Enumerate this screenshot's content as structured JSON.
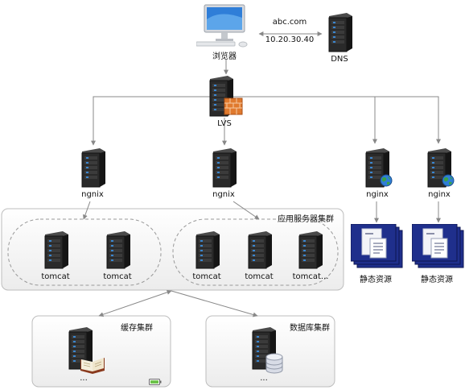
{
  "nodes": {
    "browser": "浏览器",
    "dns": "DNS",
    "lvs": "LVS",
    "nginx1": "ngnix",
    "nginx2": "ngnix",
    "nginx3": "nginx",
    "nginx4": "nginx",
    "tomcat1": "tomcat",
    "tomcat2": "tomcat",
    "tomcat3": "tomcat",
    "tomcat4": "tomcat",
    "tomcat5": "tomcat...",
    "static1": "静态资源",
    "static2": "静态资源",
    "cache_more": "...",
    "db_more": "..."
  },
  "dns_record": {
    "domain": "abc.com",
    "ip": "10.20.30.40"
  },
  "groups": {
    "app_cluster": "应用服务器集群",
    "cache_cluster": "缓存集群",
    "db_cluster": "数据库集群"
  },
  "colors": {
    "server_body": "#2a2a2a",
    "server_led": "#3a86d0",
    "static_blue": "#1f2f8c",
    "firewall": "#e07a2e",
    "globe": "#3aa24a",
    "line": "#888888"
  },
  "icons": {
    "server": "server-rack-icon",
    "browser": "desktop-computer-icon",
    "firewall": "firewall-icon",
    "globe": "globe-icon",
    "static": "document-icon",
    "book": "book-icon",
    "database": "database-icon",
    "battery": "battery-icon"
  }
}
